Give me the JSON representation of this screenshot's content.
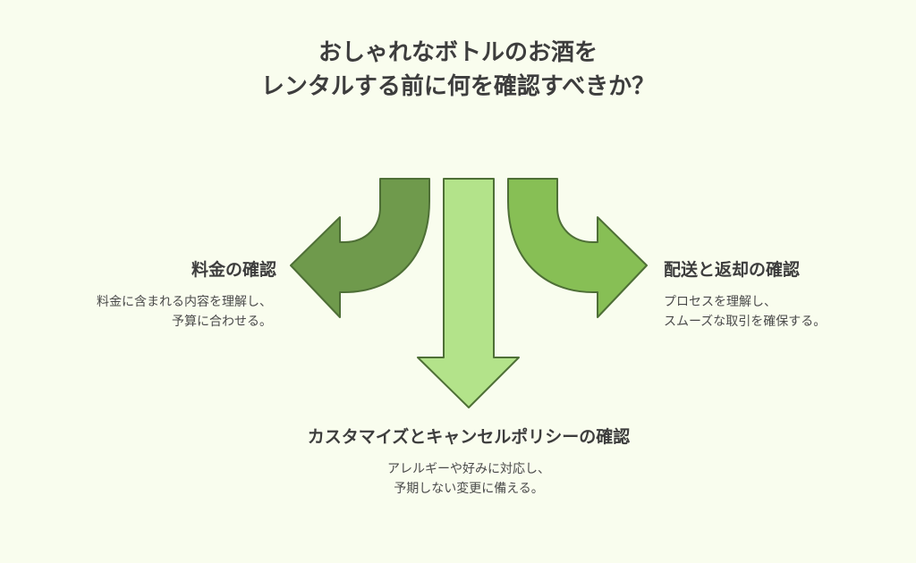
{
  "title": {
    "line1": "おしゃれなボトルのお酒を",
    "line2": "レンタルする前に何を確認すべきか？"
  },
  "colors": {
    "background": "#f9fdee",
    "left_arrow": "#6f9a4c",
    "center_arrow": "#b3e38a",
    "right_arrow": "#87bf55",
    "arrow_stroke": "#4e6f36"
  },
  "branches": {
    "left": {
      "heading": "料金の確認",
      "desc_line1": "料金に含まれる内容を理解し、",
      "desc_line2": "予算に合わせる。"
    },
    "right": {
      "heading": "配送と返却の確認",
      "desc_line1": "プロセスを理解し、",
      "desc_line2": "スムーズな取引を確保する。"
    },
    "bottom": {
      "heading": "カスタマイズとキャンセルポリシーの確認",
      "desc_line1": "アレルギーや好みに対応し、",
      "desc_line2": "予期しない変更に備える。"
    }
  }
}
